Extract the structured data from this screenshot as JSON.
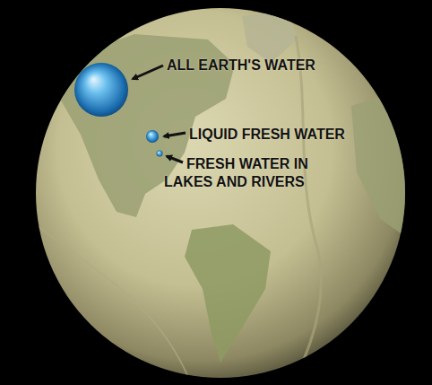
{
  "diagram": {
    "labels": [
      "ALL EARTH'S WATER",
      "LIQUID FRESH WATER",
      "FRESH WATER IN LAKES AND RIVERS"
    ]
  }
}
